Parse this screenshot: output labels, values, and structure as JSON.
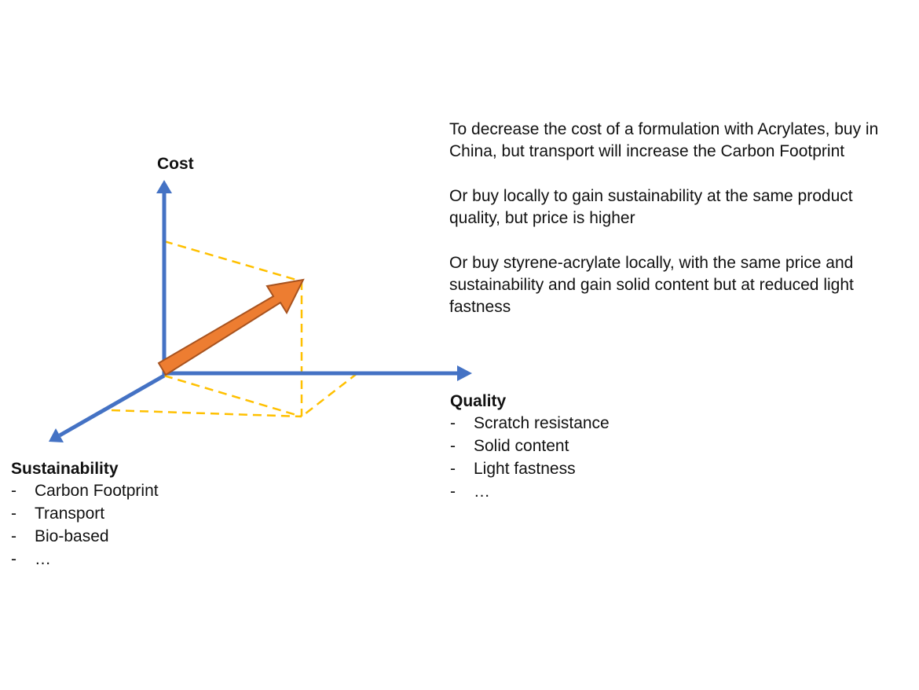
{
  "diagram": {
    "axes": {
      "cost": {
        "label": "Cost"
      },
      "quality": {
        "label": "Quality",
        "items": [
          "Scratch resistance",
          "Solid content",
          "Light fastness",
          "…"
        ]
      },
      "sustainability": {
        "label": "Sustainability",
        "items": [
          "Carbon Footprint",
          "Transport",
          "Bio-based",
          "…"
        ]
      }
    },
    "bullet": "-",
    "colors": {
      "axis": "#4472C4",
      "vector": "#ED7D31",
      "vector_outline": "#A8531F",
      "projection": "#FFC000"
    }
  },
  "notes": [
    "To decrease the cost of a formulation with Acrylates, buy in China, but transport will increase the Carbon Footprint",
    "Or buy locally to gain sustainability at the same product quality, but price is higher",
    "Or buy styrene-acrylate locally, with the same price and sustainability and gain solid content but at reduced light fastness"
  ]
}
